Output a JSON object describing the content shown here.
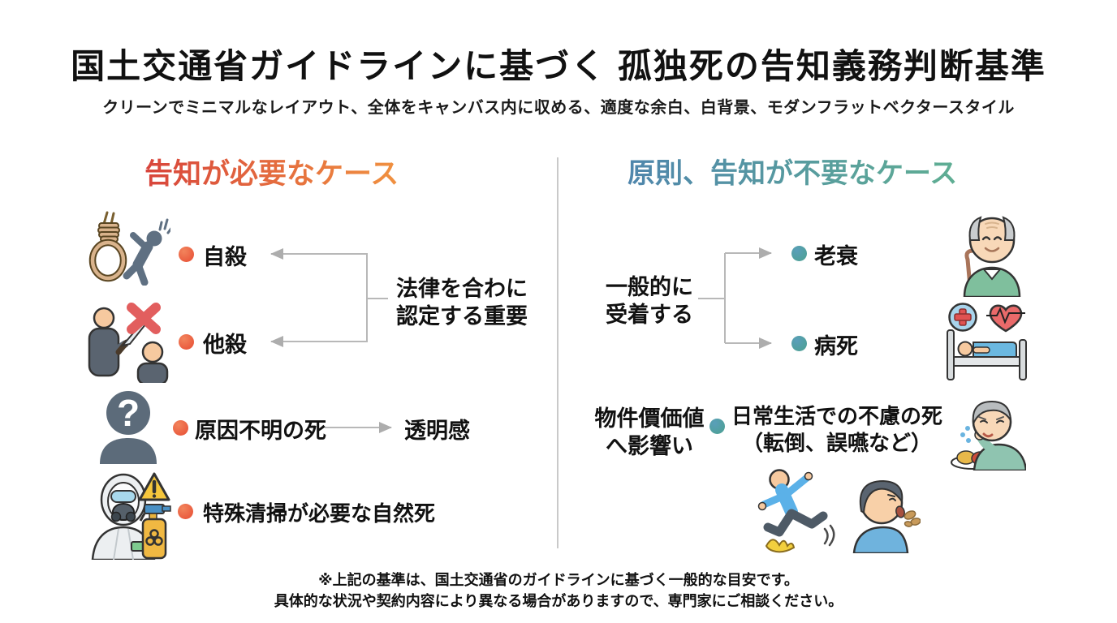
{
  "title": "国土交通省ガイドラインに基づく 孤独死の告知義務判断基準",
  "subtitle": "クリーンでミニマルなレイアウト、全体をキャンバス内に収める、適度な余白、白背景、モダンフラットベクタースタイル",
  "left_section": {
    "heading": "告知が必要なケース",
    "item1": "自殺",
    "item2": "他殺",
    "item3": "原因不明の死",
    "item3_result": "透明感",
    "item4": "特殊清掃が必要な自然死",
    "note_line1": "法律を合わに",
    "note_line2": "認定する重要"
  },
  "right_section": {
    "heading": "原則、告知が不要なケース",
    "group1_note_line1": "一般的に",
    "group1_note_line2": "受着する",
    "group1_item1": "老衰",
    "group1_item2": "病死",
    "group2_note_line1": "物件價価値",
    "group2_note_line2": "へ影響い",
    "group2_item_line1": "日常生活での不慮の死",
    "group2_item_line2": "（転倒、誤嚥など）"
  },
  "footer": {
    "line1": "※上記の基準は、国土交通省のガイドラインに基づく一般的な目安です。",
    "line2": "具体的な状況や契約内容により異なる場合がありますので、専門家にご相談ください。"
  },
  "glyphs": {
    "question_mark": "?"
  },
  "colors": {
    "heading_left_gradient_from": "#d8453c",
    "heading_left_gradient_to": "#f09140",
    "heading_right_gradient_from": "#4f86ac",
    "heading_right_gradient_to": "#5fae93",
    "bullet_warm": "#e74c33",
    "bullet_teal": "#4ba08f",
    "connector_gray": "#b5b5b5",
    "divider_gray": "#c9c9c9",
    "background": "#ffffff"
  },
  "icons": {
    "left_item1": "noose-suicide-icon",
    "left_item2": "homicide-knife-icon",
    "left_item3": "unknown-death-silhouette-icon",
    "left_item4": "hazmat-cleaning-icon",
    "right_item1": "elderly-man-icon",
    "right_item2": "hospital-bed-icon",
    "right_item3": "choking-meal-icon",
    "right_item4": "banana-slip-icon",
    "right_item5": "coughing-person-icon"
  }
}
